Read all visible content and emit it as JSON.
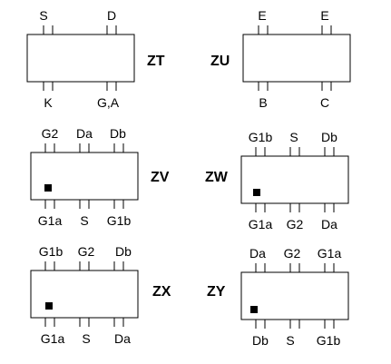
{
  "components": [
    {
      "name": "ZT",
      "top_pins": [
        {
          "label": "S"
        },
        {
          "label": "D"
        }
      ],
      "bottom_pins": [
        {
          "label": "K"
        },
        {
          "label": "G,A"
        }
      ],
      "marker": false
    },
    {
      "name": "ZU",
      "top_pins": [
        {
          "label": "E"
        },
        {
          "label": "E"
        }
      ],
      "bottom_pins": [
        {
          "label": "B"
        },
        {
          "label": "C"
        }
      ],
      "marker": false
    },
    {
      "name": "ZV",
      "top_pins": [
        {
          "label": "G2"
        },
        {
          "label": "Da"
        },
        {
          "label": "Db"
        }
      ],
      "bottom_pins": [
        {
          "label": "G1a"
        },
        {
          "label": "S"
        },
        {
          "label": "G1b"
        }
      ],
      "marker": true
    },
    {
      "name": "ZW",
      "top_pins": [
        {
          "label": "G1b"
        },
        {
          "label": "S"
        },
        {
          "label": "Db"
        }
      ],
      "bottom_pins": [
        {
          "label": "G1a"
        },
        {
          "label": "G2"
        },
        {
          "label": "Da"
        }
      ],
      "marker": true
    },
    {
      "name": "ZX",
      "top_pins": [
        {
          "label": "G1b"
        },
        {
          "label": "G2"
        },
        {
          "label": "Db"
        }
      ],
      "bottom_pins": [
        {
          "label": "G1a"
        },
        {
          "label": "S"
        },
        {
          "label": "Da"
        }
      ],
      "marker": true
    },
    {
      "name": "ZY",
      "top_pins": [
        {
          "label": "Da"
        },
        {
          "label": "G2"
        },
        {
          "label": "G1a"
        }
      ],
      "bottom_pins": [
        {
          "label": "Db"
        },
        {
          "label": "S"
        },
        {
          "label": "G1b"
        }
      ],
      "marker": true
    }
  ]
}
